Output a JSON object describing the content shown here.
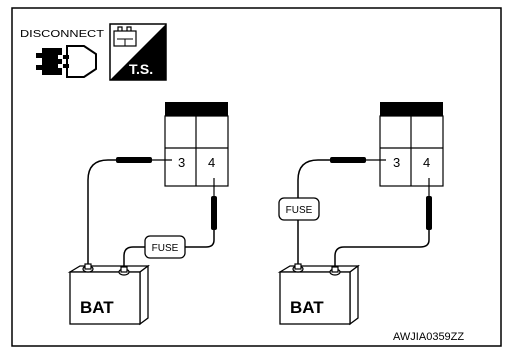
{
  "header": {
    "disconnect_label": "DISCONNECT",
    "ts_label": "T.S.",
    "connector_icon": "connector-disconnect-icon",
    "ts_icon": "trouble-shooting-icon"
  },
  "left_circuit": {
    "terminal_a": "3",
    "terminal_b": "4",
    "fuse_label": "FUSE",
    "battery_label": "BAT"
  },
  "right_circuit": {
    "terminal_a": "3",
    "terminal_b": "4",
    "fuse_label": "FUSE",
    "battery_label": "BAT"
  },
  "figure_code": "AWJIA0359ZZ"
}
